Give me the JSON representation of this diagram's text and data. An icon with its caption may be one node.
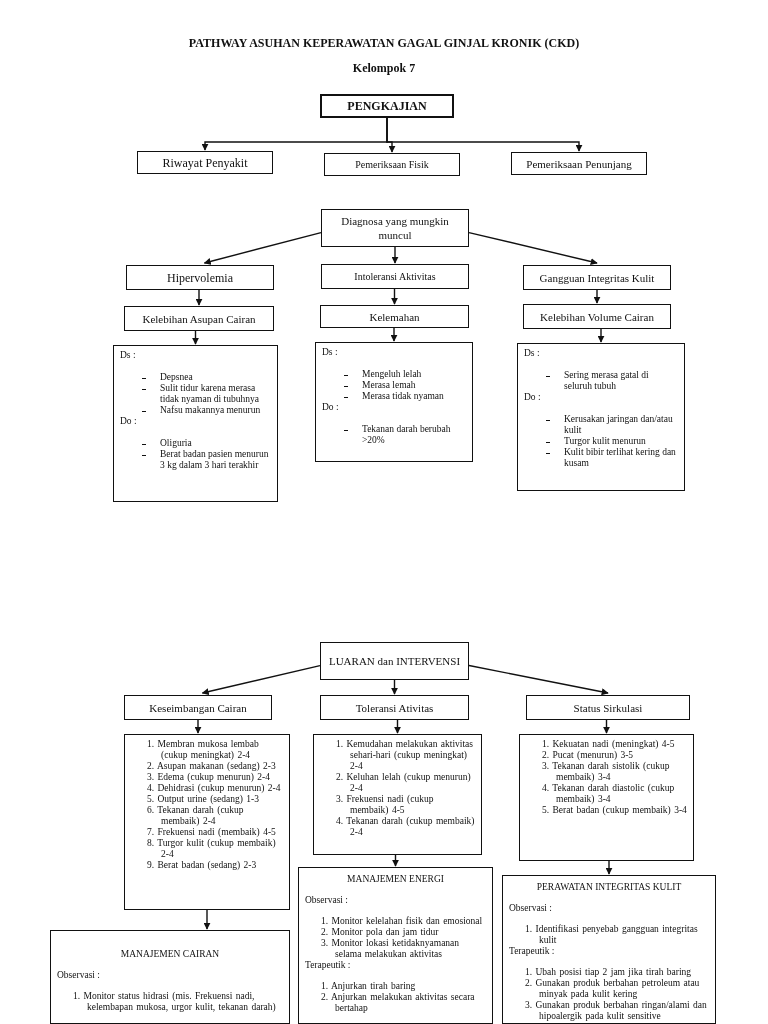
{
  "diagram": {
    "title": "PATHWAY ASUHAN KEPERAWATAN GAGAL GINJAL KRONIK (CKD)",
    "nodes": [
      {
        "text": [
          "PENGKAJIAN"
        ]
      },
      {
        "text": [
          "Riwayat Penyakit"
        ]
      },
      {
        "text": [
          "Pemeriksaan Fisik"
        ]
      },
      {
        "text": [
          "Pemeriksaan Penunjang"
        ]
      },
      {
        "text": [
          "Diagnosa yang mungkin muncul"
        ]
      },
      {
        "text": [
          "Hipervolemia"
        ]
      },
      {
        "text": [
          "Intoleransi Aktivitas"
        ]
      },
      {
        "text": [
          "Gangguan Integritas Kulit"
        ]
      },
      {
        "text": [
          "Kelebihan Asupan Cairan"
        ]
      },
      {
        "text": [
          "Kelemahan"
        ]
      },
      {
        "text": [
          "Kelebihan Volume Cairan"
        ]
      },
      {
        "text": [
          "Ds :",
          "Depsnea",
          "Sulit tidur karena merasa tidak nyaman di tubuhnya",
          "Nafsu makannya menurun",
          "Do :",
          "Oliguria",
          "Berat badan pasien menurun 3 kg dalam 3 hari terakhir"
        ]
      },
      {
        "text": [
          "Ds :",
          "Mengeluh lelah",
          "Merasa lemah",
          "Merasa tidak nyaman",
          "Do :",
          "Tekanan darah berubah >20%"
        ]
      },
      {
        "text": [
          "Ds :",
          "Sering merasa gatal di seluruh tubuh",
          "Do :",
          "Kerusakan jaringan dan/atau kulit",
          "Turgor kulit menurun",
          "Kulit bibir terlihat kering dan kusam"
        ]
      },
      {
        "text": [
          "LUARAN dan INTERVENSI"
        ]
      },
      {
        "text": [
          "Keseimbangan Cairan"
        ]
      },
      {
        "text": [
          "Toleransi Ativitas"
        ]
      },
      {
        "text": [
          "Status Sirkulasi"
        ]
      },
      {
        "text": [
          "1. Membran mukosa lembab (cukup meningkat) 2-4",
          "2. Asupan makanan (sedang) 2-3",
          "3. Edema (cukup menurun) 2-4",
          "4. Dehidrasi (cukup menurun) 2-4",
          "5. Output urine (sedang) 1-3",
          "6. Tekanan darah (cukup membaik) 2-4",
          "7. Frekuensi nadi (membaik) 4-5",
          "8. Turgor kulit (cukup membaik) 2-4",
          "9. Berat badan (sedang) 2-3"
        ]
      },
      {
        "text": [
          "1. Kemudahan melakukan aktivitas sehari-hari (cukup meningkat) 2-4",
          "2. Keluhan lelah (cukup menurun) 2-4",
          "3. Frekuensi nadi (cukup membaik) 4-5",
          "4. Tekanan darah (cukup membaik) 2-4"
        ]
      },
      {
        "text": [
          "1. Kekuatan nadi (meningkat) 4-5",
          "2. Pucat (menurun) 3-5",
          "3. Tekanan darah sistolik (cukup membaik) 3-4",
          "4. Tekanan darah diastolic (cukup membaik) 3-4",
          "5. Berat badan (cukup membaik) 3-4"
        ]
      },
      {
        "text": [
          "MANAJEMEN CAIRAN",
          "Observasi :",
          "1. Monitor status hidrasi (mis. Frekuensi nadi, kelembapan mukosa, urgor kulit, tekanan darah)"
        ]
      },
      {
        "text": [
          "MANAJEMEN ENERGI",
          "Observasi :",
          "1. Monitor kelelahan fisik dan emosional",
          "2. Monitor pola dan jam tidur",
          "3. Monitor lokasi ketidaknyamanan selama melakukan aktivitas",
          "Terapeutik :",
          "1. Anjurkan tirah baring",
          "2. Anjurkan melakukan aktivitas secara bertahap"
        ]
      },
      {
        "text": [
          "PERAWATAN INTEGRITAS KULIT",
          "Observasi :",
          "1. Identifikasi penyebab gangguan integritas kulit",
          "Terapeutik :",
          "1. Ubah posisi tiap 2 jam jika tirah baring",
          "2. Gunakan produk berbahan petroleum atau minyak pada kulit kering",
          "3. Gunakan produk berbahan ringan/alami dan hipoalergik pada kulit sensitive"
        ]
      }
    ],
    "edges": [
      {
        "from": 0,
        "to": 1,
        "arrow": "to"
      },
      {
        "from": 0,
        "to": 2,
        "arrow": "to"
      },
      {
        "from": 0,
        "to": 3,
        "arrow": "to"
      },
      {
        "from": 4,
        "to": 5,
        "arrow": "to"
      },
      {
        "from": 4,
        "to": 6,
        "arrow": "to"
      },
      {
        "from": 4,
        "to": 7,
        "arrow": "to"
      },
      {
        "from": 5,
        "to": 8,
        "arrow": "to"
      },
      {
        "from": 6,
        "to": 9,
        "arrow": "to"
      },
      {
        "from": 7,
        "to": 10,
        "arrow": "to"
      },
      {
        "from": 8,
        "to": 11,
        "arrow": "to"
      },
      {
        "from": 9,
        "to": 12,
        "arrow": "to"
      },
      {
        "from": 10,
        "to": 13,
        "arrow": "to"
      },
      {
        "from": 14,
        "to": 15,
        "arrow": "to"
      },
      {
        "from": 14,
        "to": 16,
        "arrow": "to"
      },
      {
        "from": 14,
        "to": 17,
        "arrow": "to"
      },
      {
        "from": 15,
        "to": 18,
        "arrow": "to"
      },
      {
        "from": 16,
        "to": 19,
        "arrow": "to"
      },
      {
        "from": 17,
        "to": 20,
        "arrow": "to"
      },
      {
        "from": 18,
        "to": 21,
        "arrow": "to"
      },
      {
        "from": 19,
        "to": 22,
        "arrow": "to"
      },
      {
        "from": 20,
        "to": 23,
        "arrow": "to"
      }
    ],
    "labels": [
      "Kelompok 7"
    ]
  }
}
